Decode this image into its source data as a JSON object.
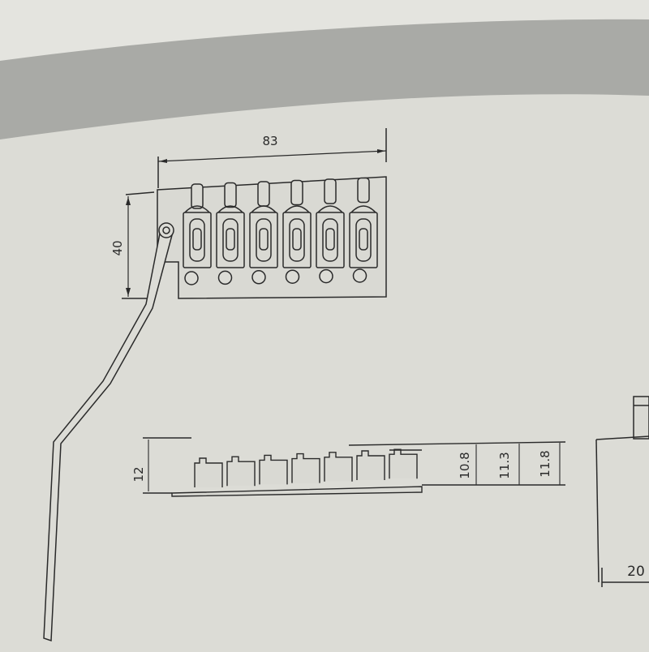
{
  "top_view": {
    "width_label": "83",
    "height_label": "40",
    "saddle_count": 6,
    "screw_hole_count": 6
  },
  "side_view": {
    "height_label": "12",
    "dimension_labels": [
      "10.8",
      "11.3",
      "11.8"
    ],
    "saddle_count": 7
  },
  "end_view": {
    "width_label": "20"
  },
  "colors": {
    "paper": "#dcdcd6",
    "band": "#a9aaa6",
    "ink": "#2a2a2a"
  }
}
